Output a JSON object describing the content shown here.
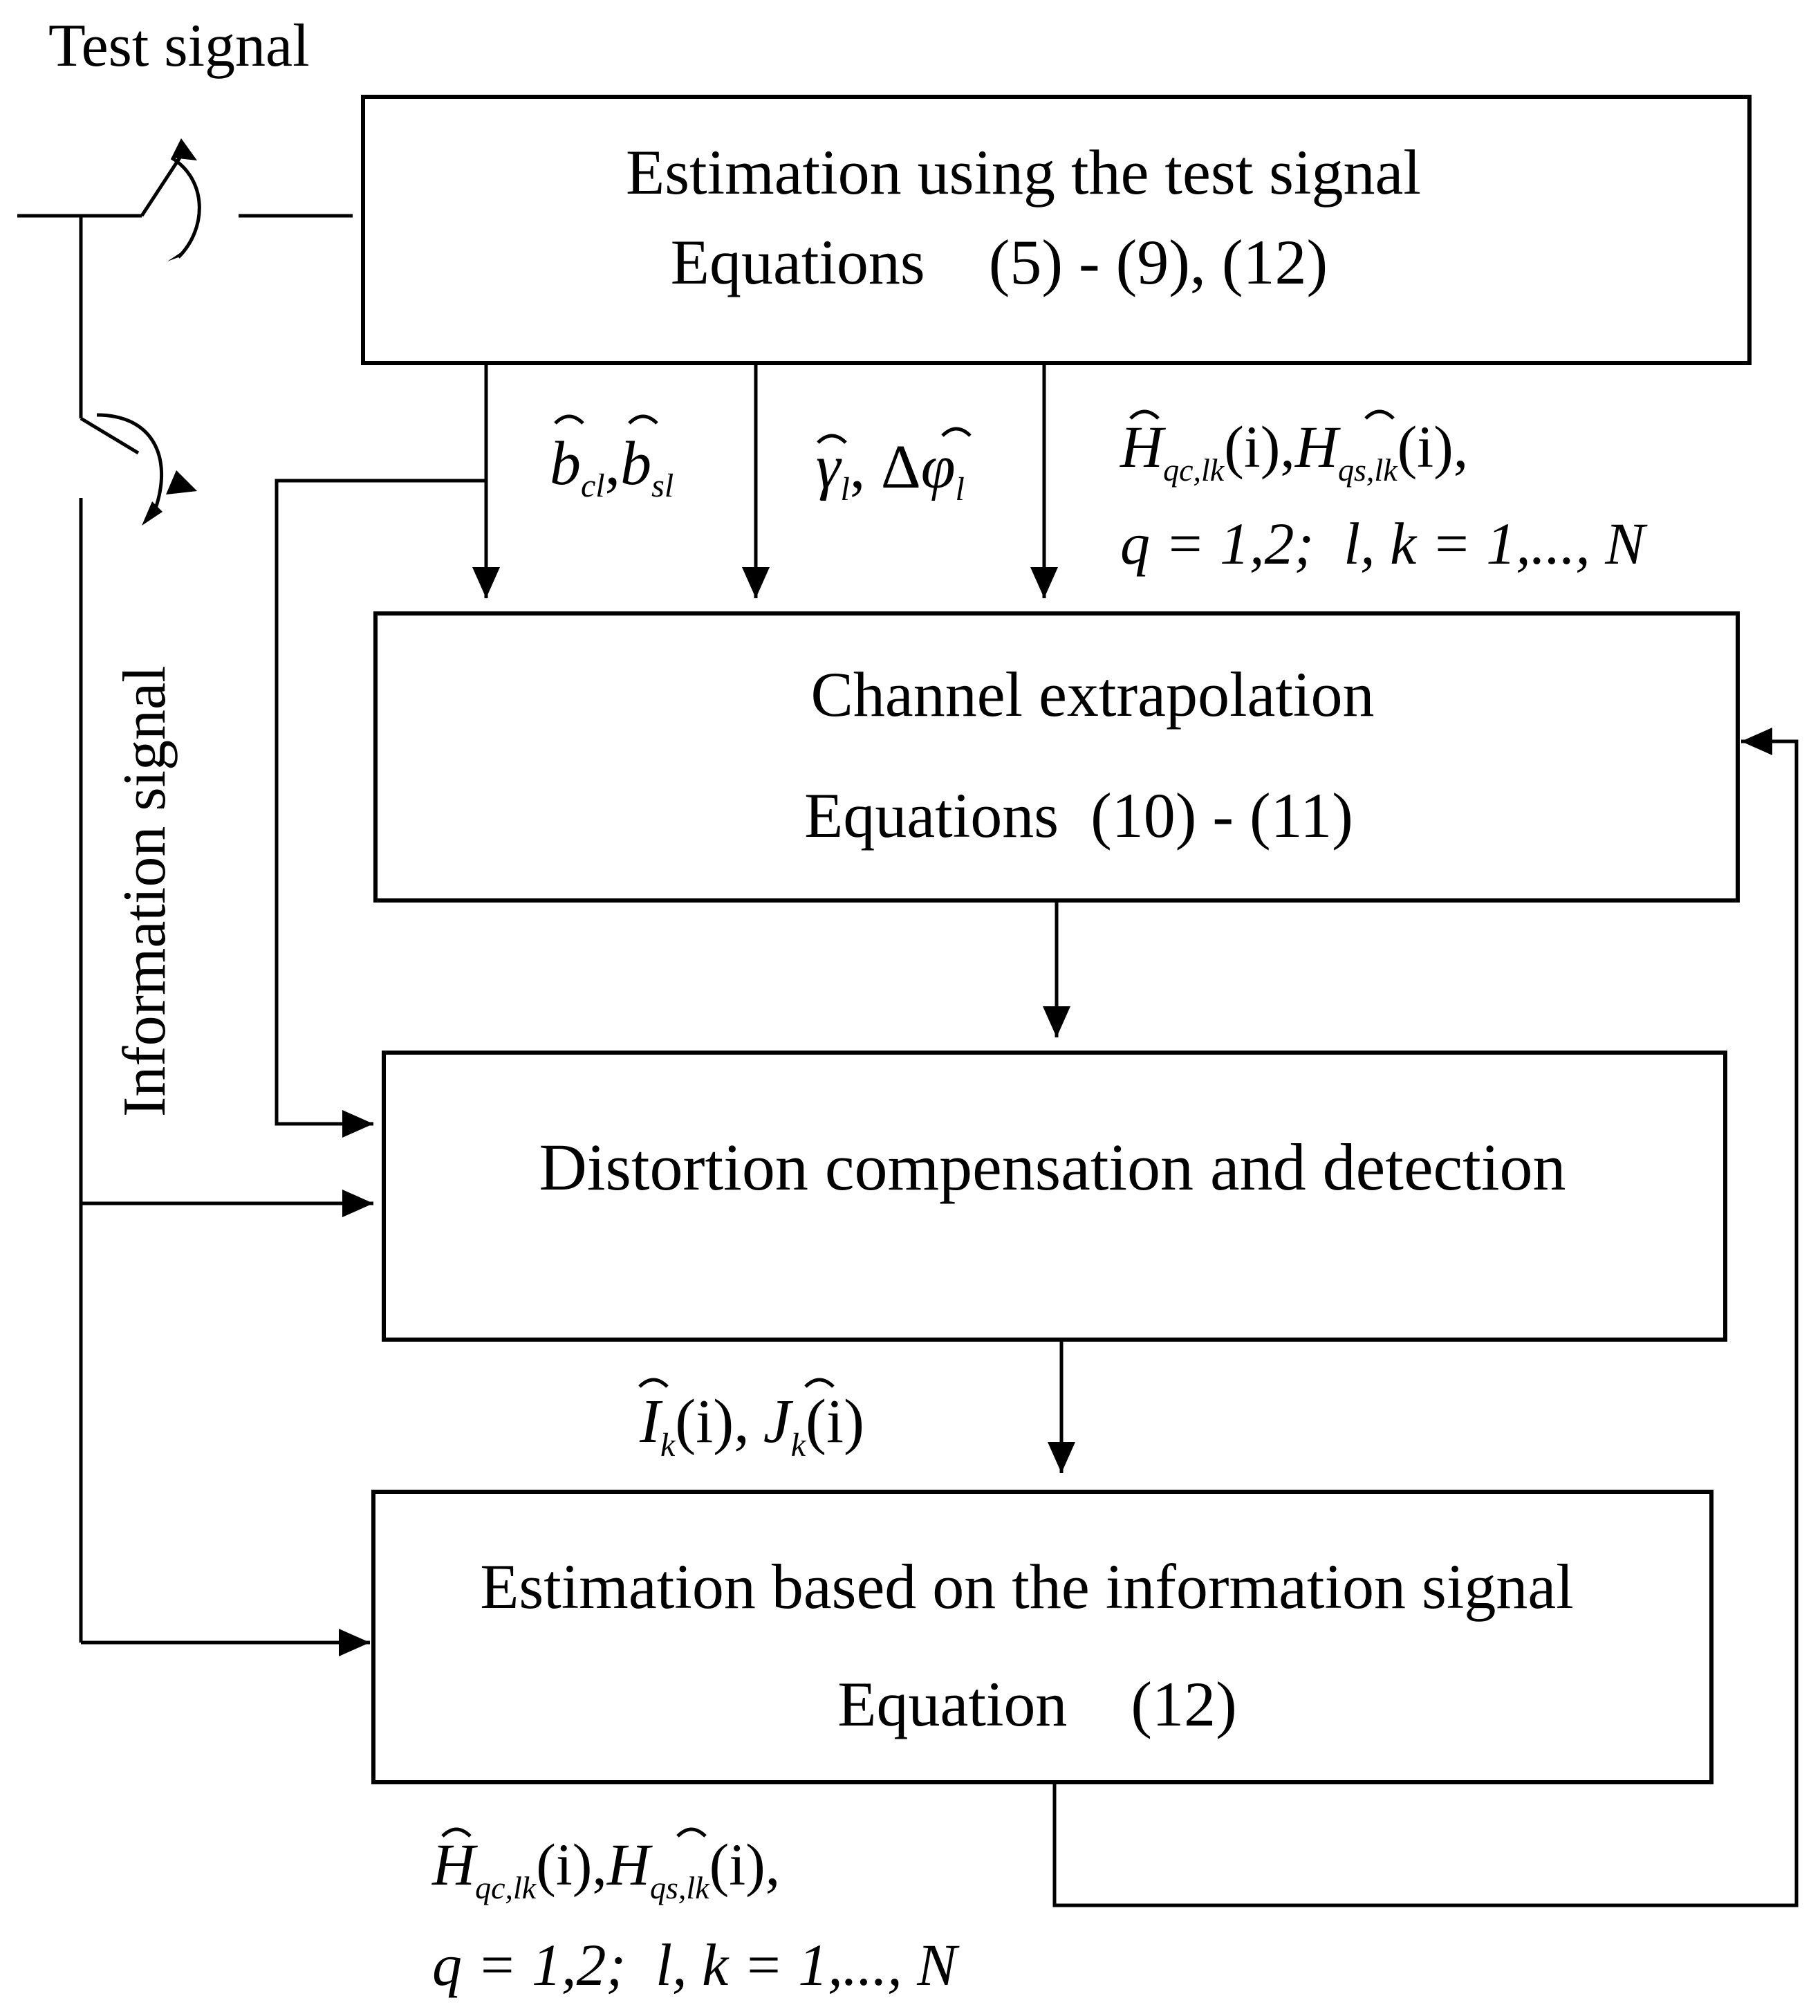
{
  "inputs": {
    "test_signal": "Test signal",
    "information_signal": "Information signal"
  },
  "blocks": {
    "test_estimation": {
      "title": "Estimation using the test signal",
      "equations": "Equations    (5) - (9), (12)"
    },
    "channel_extrapolation": {
      "title": "Channel extrapolation",
      "equations": "Equations  (10) - (11)"
    },
    "distortion": {
      "title": "Distortion compensation and detection"
    },
    "info_estimation": {
      "title": "Estimation based on the information signal",
      "equations": "Equation    (12)"
    }
  },
  "labels": {
    "b_params": {
      "b1": "b",
      "b1_sub": "cl",
      "comma": ",",
      "b2": "b",
      "b2_sub": "sl"
    },
    "gamma_phi": {
      "gamma": "γ",
      "gamma_sub": "l",
      "sep": ", Δ",
      "phi": "φ",
      "phi_sub": "l"
    },
    "h_estimates_top": {
      "H": "H",
      "sub1": "qc,lk",
      "arg1": "(i),",
      "sub2": "qs,lk",
      "arg2": "(i),",
      "cond": "q = 1,2;  l, k = 1,..., N"
    },
    "ij_estimates": {
      "I": "I",
      "I_sub": "k",
      "I_arg": "(i),",
      "J": "J",
      "J_sub": "k",
      "J_arg": "(i)"
    },
    "h_estimates_bottom": {
      "H": "H",
      "sub1": "qc,lk",
      "arg1": "(i),",
      "sub2": "qs,lk",
      "arg2": "(i),",
      "cond": "q = 1,2;  l, k = 1,..., N"
    }
  }
}
